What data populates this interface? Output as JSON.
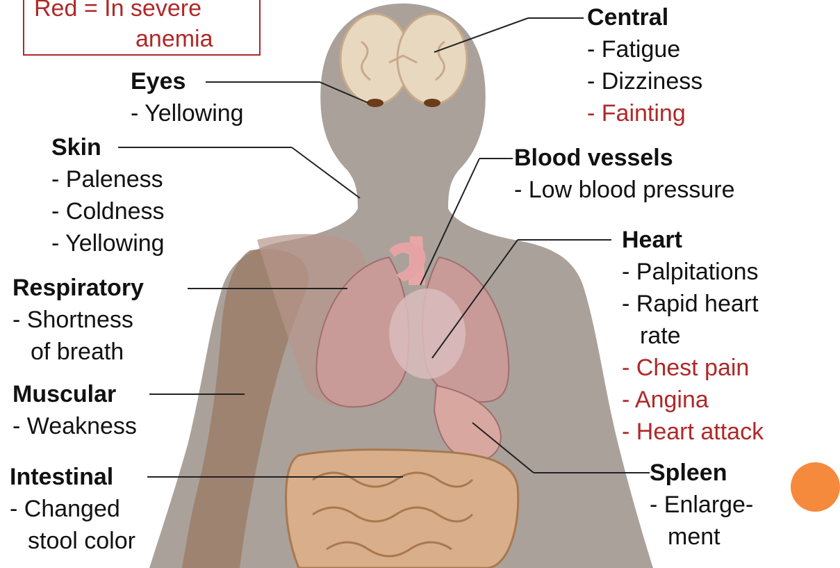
{
  "legend": {
    "line1": "Red = In severe",
    "line2": "anemia"
  },
  "labels": {
    "central": {
      "title": "Central",
      "items": [
        "- Fatigue",
        "- Dizziness",
        "- Fainting"
      ]
    },
    "eyes": {
      "title": "Eyes",
      "items": [
        "- Yellowing"
      ]
    },
    "skin": {
      "title": "Skin",
      "items": [
        "- Paleness",
        "- Coldness",
        "- Yellowing"
      ]
    },
    "blood_vessels": {
      "title": "Blood vessels",
      "items": [
        "- Low blood pressure"
      ]
    },
    "heart": {
      "title": "Heart",
      "items": [
        "- Palpitations",
        "- Rapid heart",
        "rate",
        "- Chest pain",
        "- Angina",
        "- Heart attack"
      ]
    },
    "respiratory": {
      "title": "Respiratory",
      "items": [
        "- Shortness",
        "of breath"
      ]
    },
    "muscular": {
      "title": "Muscular",
      "items": [
        "- Weakness"
      ]
    },
    "intestinal": {
      "title": "Intestinal",
      "items": [
        "- Changed",
        "stool color"
      ]
    },
    "spleen": {
      "title": "Spleen",
      "items": [
        "- Enlarge-",
        "ment"
      ]
    }
  },
  "colors": {
    "body_silhouette": "#aaa19a",
    "severe_text": "#b02828",
    "accent_dot": "#f58a3c"
  }
}
